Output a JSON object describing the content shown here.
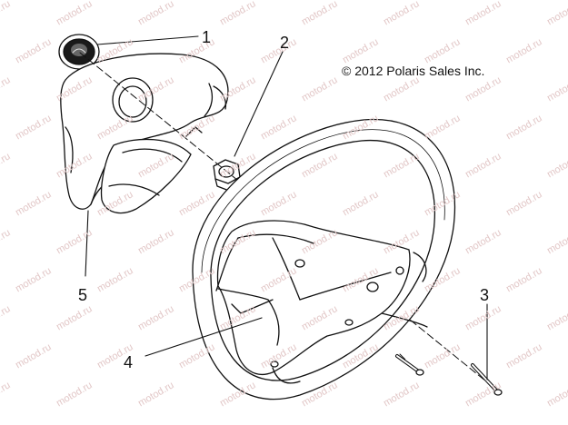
{
  "copyright": "© 2012 Polaris Sales Inc.",
  "watermark_text": "motod.ru",
  "callouts": [
    {
      "number": "1",
      "part": "emblem-badge"
    },
    {
      "number": "2",
      "part": "retaining-nut"
    },
    {
      "number": "3",
      "part": "mounting-screw"
    },
    {
      "number": "4",
      "part": "steering-wheel"
    },
    {
      "number": "5",
      "part": "center-cover"
    }
  ],
  "colors": {
    "line": "#111111",
    "watermark": "#e2c7c7",
    "background": "#ffffff"
  }
}
